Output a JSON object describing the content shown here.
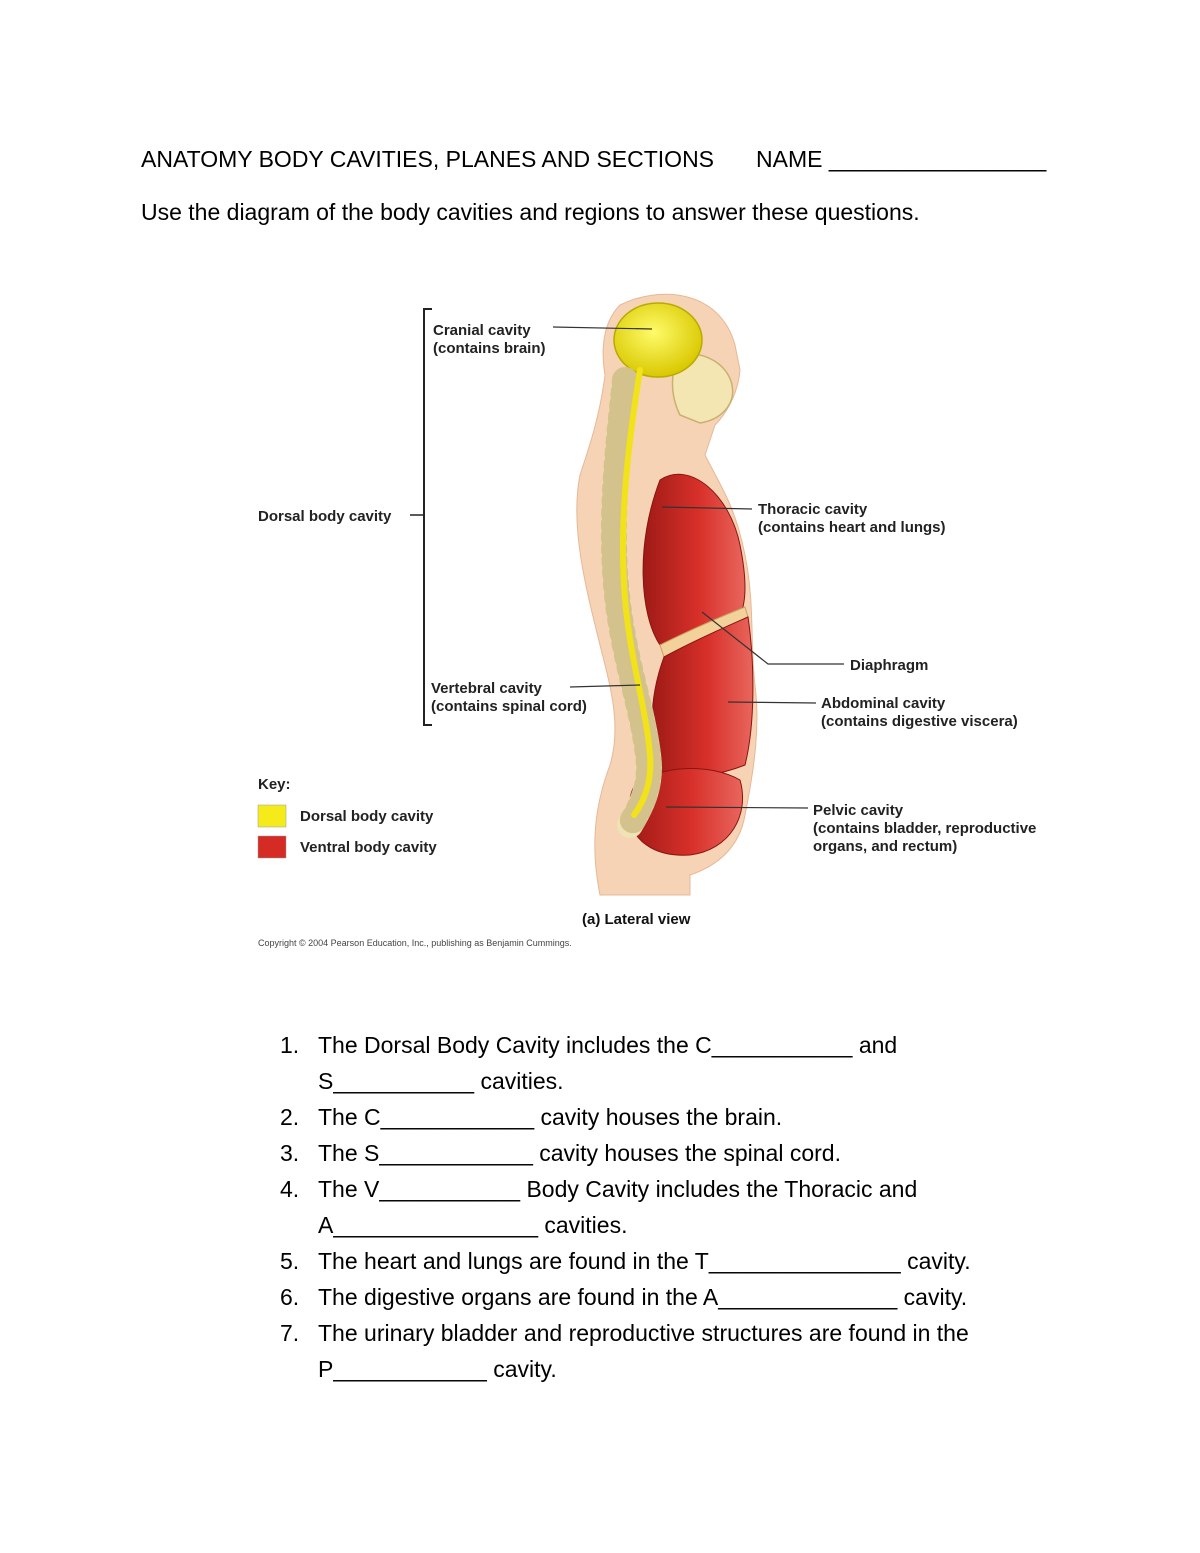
{
  "header": {
    "title": "ANATOMY BODY CAVITIES, PLANES AND SECTIONS",
    "name_label": "NAME _________________"
  },
  "instructions": "Use the diagram of the body cavities and regions to answer these questions.",
  "figure": {
    "labels": {
      "cranial_1": "Cranial cavity",
      "cranial_2": "(contains brain)",
      "dorsal": "Dorsal body cavity",
      "thoracic_1": "Thoracic cavity",
      "thoracic_2": "(contains heart and lungs)",
      "diaphragm": "Diaphragm",
      "vertebral_1": "Vertebral cavity",
      "vertebral_2": "(contains spinal cord)",
      "abdominal_1": "Abdominal cavity",
      "abdominal_2": "(contains digestive viscera)",
      "pelvic_1": "Pelvic cavity",
      "pelvic_2": "(contains bladder, reproductive",
      "pelvic_3": "organs, and rectum)"
    },
    "key": {
      "title": "Key:",
      "items": [
        {
          "label": "Dorsal body cavity",
          "color": "#f5ea1a"
        },
        {
          "label": "Ventral body cavity",
          "color": "#d52b24"
        }
      ]
    },
    "caption": "(a) Lateral view",
    "copyright": "Copyright © 2004 Pearson Education, Inc., publishing as Benjamin Cummings."
  },
  "questions": [
    {
      "num": "1.",
      "line1": "The Dorsal Body Cavity includes the C___________ and",
      "line2": "S___________ cavities."
    },
    {
      "num": "2.",
      "line1": "The C____________ cavity houses the brain."
    },
    {
      "num": "3.",
      "line1": "The S____________ cavity houses the spinal cord."
    },
    {
      "num": "4.",
      "line1": "The V___________ Body Cavity includes the Thoracic and",
      "line2": "A________________   cavities."
    },
    {
      "num": "5.",
      "line1": "The heart and lungs are found in the T_______________ cavity."
    },
    {
      "num": "6.",
      "line1": "The digestive organs are found in the A______________ cavity."
    },
    {
      "num": "7.",
      "line1": "The urinary bladder and reproductive structures are found in the",
      "line2": "P____________ cavity."
    }
  ]
}
